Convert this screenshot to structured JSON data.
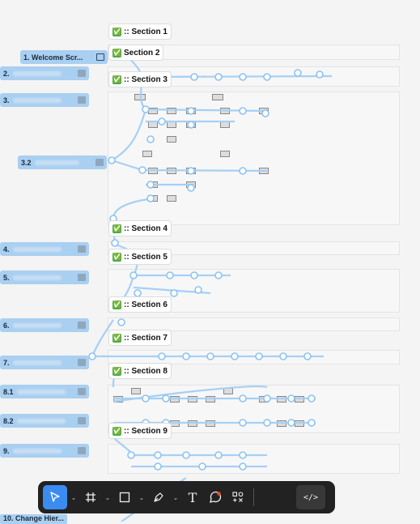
{
  "section_check": "✅",
  "sections": [
    {
      "label": ":: Section 1"
    },
    {
      "label": "Section 2"
    },
    {
      "label": ":: Section 3"
    },
    {
      "label": ":: Section 4"
    },
    {
      "label": ":: Section 5"
    },
    {
      "label": ":: Section 6"
    },
    {
      "label": "::  Section 7"
    },
    {
      "label": ":: Section 8"
    },
    {
      "label": ":: Section 9"
    }
  ],
  "labels": [
    {
      "text": "1. Welcome Scr..."
    },
    {
      "text": "2."
    },
    {
      "text": "3."
    },
    {
      "text": "3.2"
    },
    {
      "text": "4."
    },
    {
      "text": "5."
    },
    {
      "text": "6."
    },
    {
      "text": "7."
    },
    {
      "text": "8.1"
    },
    {
      "text": "8.2"
    },
    {
      "text": "9."
    }
  ],
  "bottom_label": "10. Change Hier...",
  "toolbar": {
    "move": "move-tool",
    "frame": "frame-tool",
    "shape": "rectangle-tool",
    "pen": "pen-tool",
    "text": "T",
    "comment": "comment-tool",
    "actions": "actions-tool",
    "dev": "</>"
  },
  "colors": {
    "accent": "#3b8cf0",
    "connector": "#a6d0f5",
    "label_bg": "#a9cff1",
    "check": "#2fb344"
  }
}
